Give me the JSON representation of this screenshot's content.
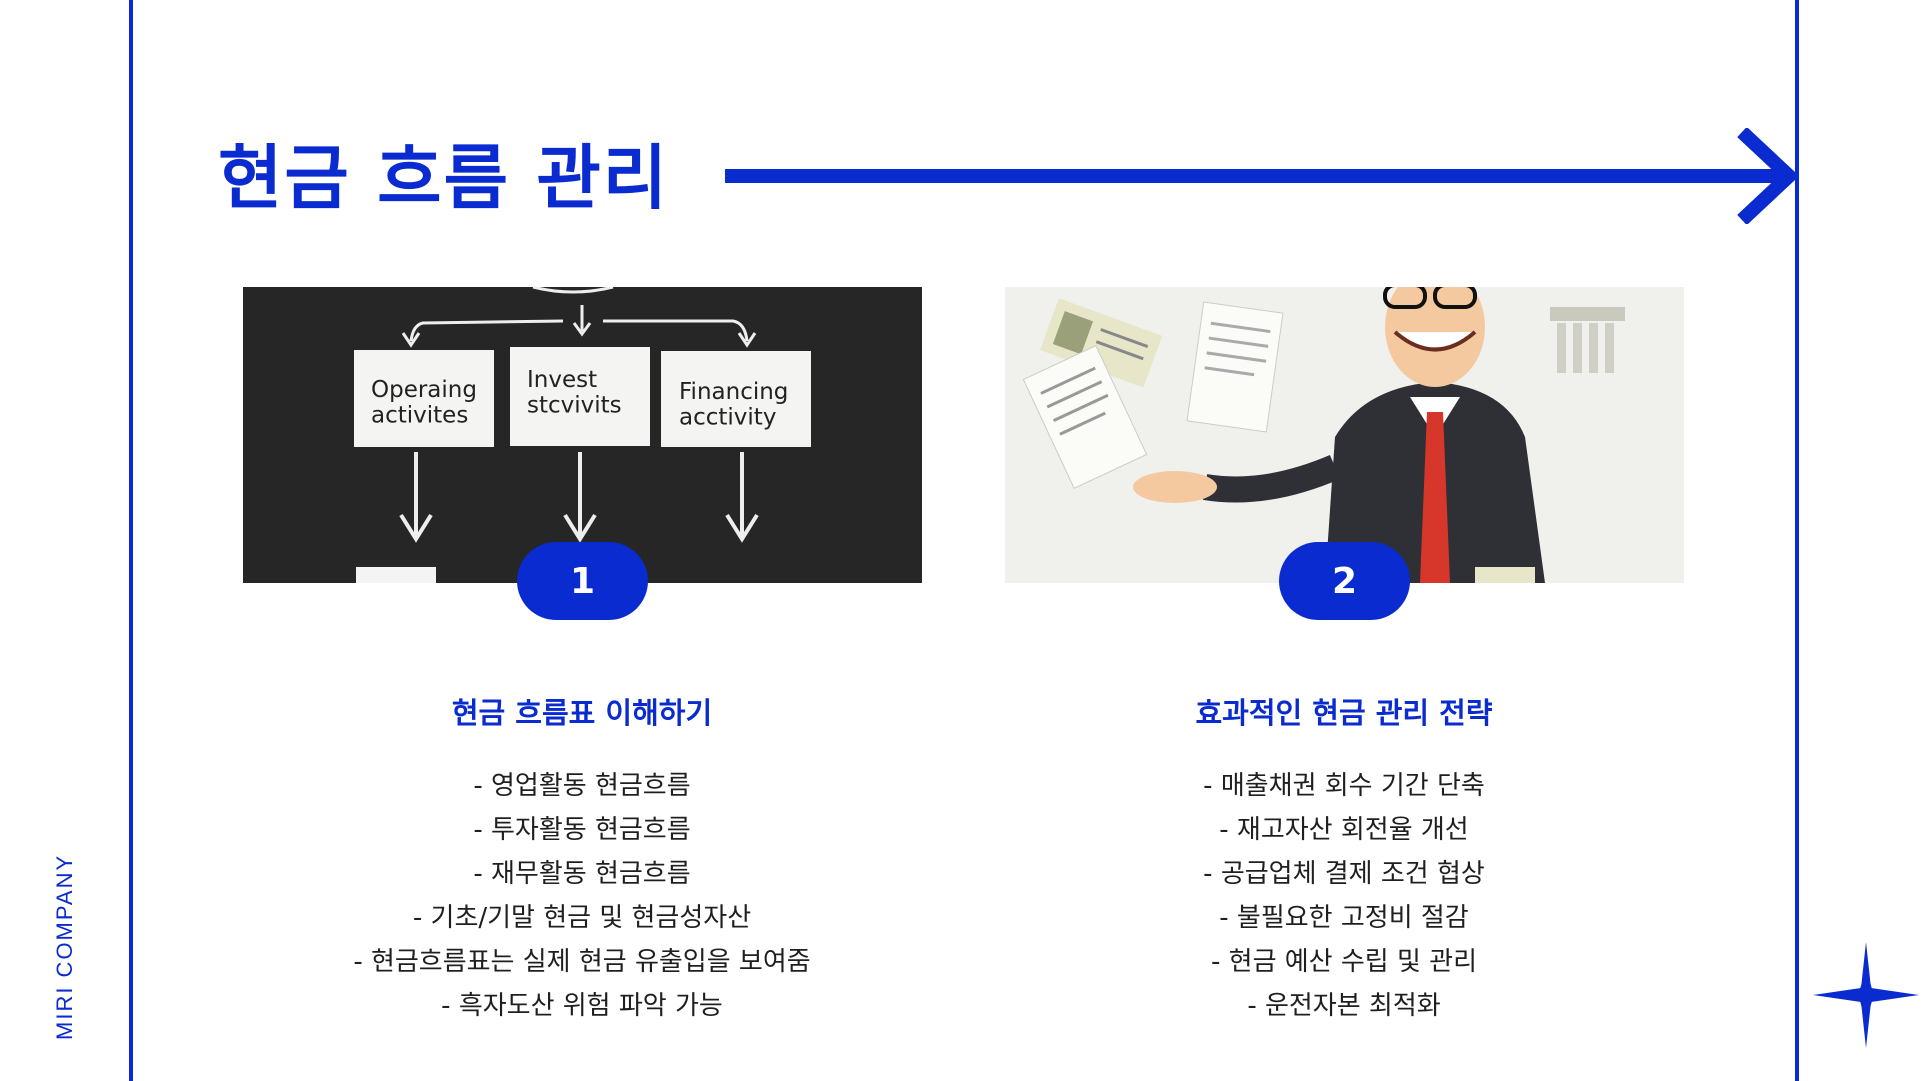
{
  "brand": "MIRI COMPANY",
  "title": "현금 흐름 관리",
  "colors": {
    "accent": "#0a2bd0"
  },
  "cards": [
    {
      "badge": "1",
      "heading": "현금 흐름표 이해하기",
      "image": {
        "boxes": [
          "Operaing\nactivites",
          "Invest\nstcvivits",
          "Financing\nacctivity"
        ]
      },
      "items": [
        "- 영업활동 현금흐름",
        "- 투자활동 현금흐름",
        "- 재무활동 현금흐름",
        "- 기초/기말 현금 및 현금성자산",
        "- 현금흐름표는 실제 현금 유출입을 보여줌",
        "- 흑자도산 위험 파악 가능"
      ]
    },
    {
      "badge": "2",
      "heading": "효과적인 현금 관리 전략",
      "items": [
        "- 매출채권 회수 기간 단축",
        "- 재고자산 회전율 개선",
        "- 공급업체 결제 조건 협상",
        "- 불필요한 고정비 절감",
        "- 현금 예산 수립 및 관리",
        "- 운전자본 최적화"
      ]
    }
  ]
}
